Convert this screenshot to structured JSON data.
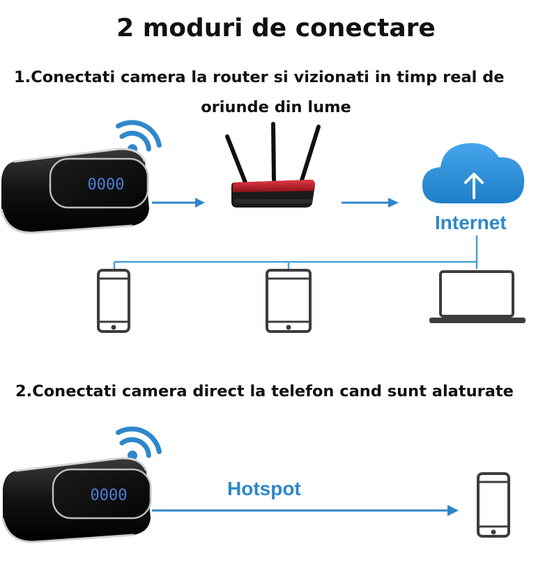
{
  "title": "2 moduri de conectare",
  "mode1": {
    "heading_line1": "1.Conectati camera la router si vizionati in timp real de",
    "heading_line2": "oriunde din lume",
    "cloud_label": "Internet"
  },
  "mode2": {
    "heading": "2.Conectati camera direct la telefon cand sunt alaturate",
    "link_label": "Hotspot"
  },
  "clock_display": "0000",
  "colors": {
    "accent": "#2e87c9",
    "cloud": "#2f8fd6",
    "router_red": "#c8202c",
    "device_gray": "#3c3c3c"
  },
  "icons": [
    "wifi-icon",
    "clock-camera-icon",
    "router-icon",
    "cloud-upload-icon",
    "smartphone-icon",
    "tablet-icon",
    "laptop-icon",
    "arrow-right-icon"
  ]
}
